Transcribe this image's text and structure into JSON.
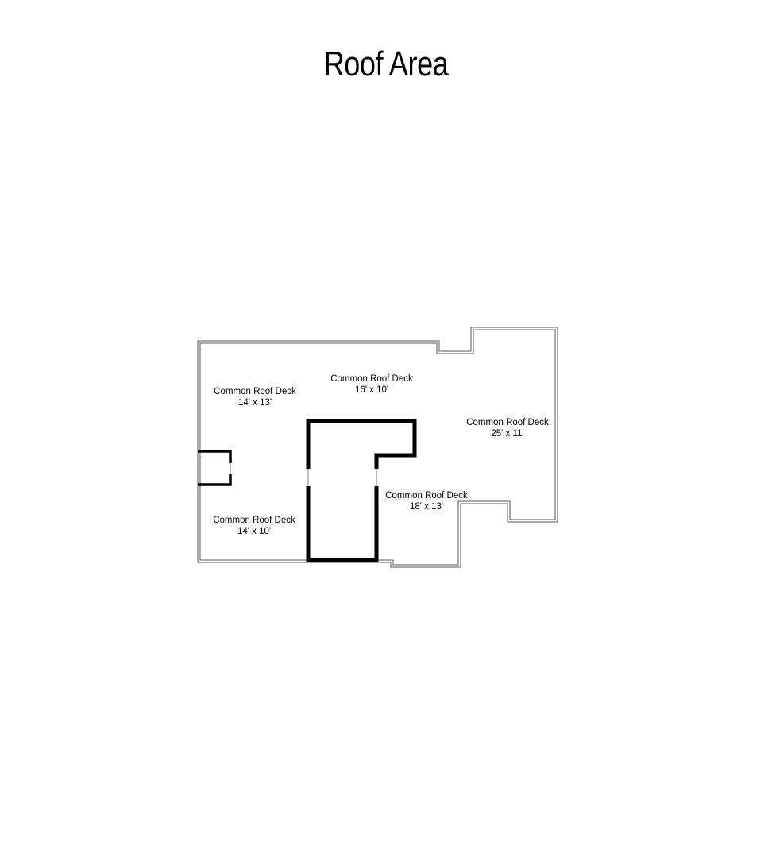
{
  "title": "Roof Area",
  "rooms": [
    {
      "name": "Common Roof Deck",
      "size": "14' x 13'"
    },
    {
      "name": "Common Roof Deck",
      "size": "16' x 10'"
    },
    {
      "name": "Common Roof Deck",
      "size": "25' x 11'"
    },
    {
      "name": "Common Roof Deck",
      "size": "18' x 13'"
    },
    {
      "name": "Common Roof Deck",
      "size": "14' x 10'"
    }
  ],
  "colors": {
    "wall": "#000000",
    "outline": "#555555",
    "door": "#bbbbbb",
    "background": "#ffffff"
  }
}
